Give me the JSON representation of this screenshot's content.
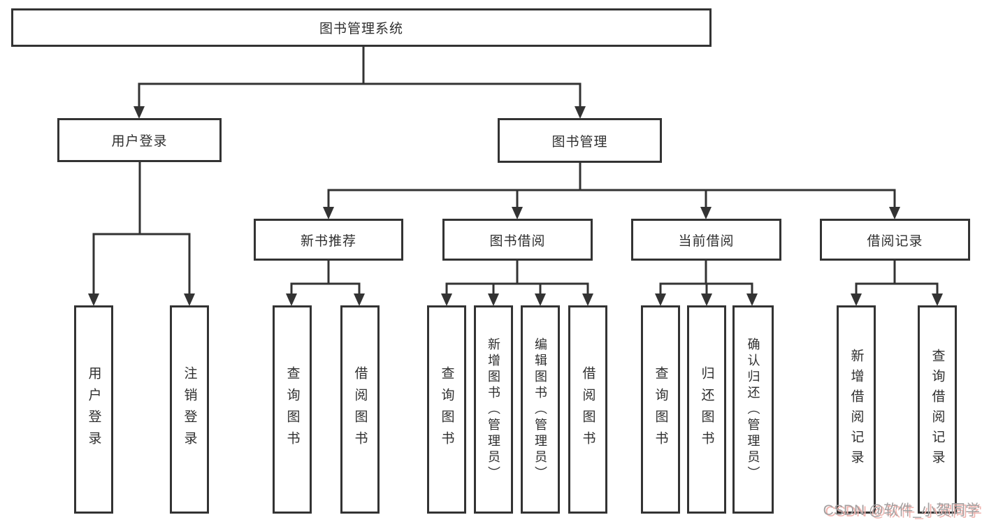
{
  "diagram": {
    "root": {
      "label": "图书管理系统"
    },
    "branches": [
      {
        "label": "用户登录",
        "children": [
          {
            "label": "用户登录"
          },
          {
            "label": "注销登录"
          }
        ]
      },
      {
        "label": "图书管理",
        "children": [
          {
            "label": "新书推荐",
            "children": [
              {
                "label": "查询图书"
              },
              {
                "label": "借阅图书"
              }
            ]
          },
          {
            "label": "图书借阅",
            "children": [
              {
                "label": "查询图书"
              },
              {
                "label": "新增图书（管理员）"
              },
              {
                "label": "编辑图书（管理员）"
              },
              {
                "label": "借阅图书"
              }
            ]
          },
          {
            "label": "当前借阅",
            "children": [
              {
                "label": "查询图书"
              },
              {
                "label": "归还图书"
              },
              {
                "label": "确认归还（管理员）"
              }
            ]
          },
          {
            "label": "借阅记录",
            "children": [
              {
                "label": "新增借阅记录"
              },
              {
                "label": "查询借阅记录"
              }
            ]
          }
        ]
      }
    ],
    "watermark": "CSDN @软件_小贺同学",
    "colors": {
      "line": "#333333",
      "text": "#2f2f2f",
      "box_background": "#ffffff",
      "watermark_gray": "#a3a0a0",
      "watermark_pink": "#f0b3ae"
    }
  }
}
